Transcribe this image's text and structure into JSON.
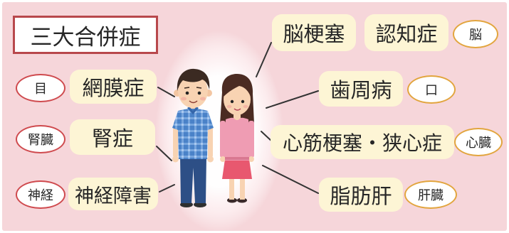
{
  "title": "三大合併症",
  "left_items": [
    {
      "organ": "目",
      "condition": "網膜症"
    },
    {
      "organ": "腎臓",
      "condition": "腎症"
    },
    {
      "organ": "神経",
      "condition": "神経障害"
    }
  ],
  "right_items": [
    {
      "conditions": [
        "脳梗塞",
        "認知症"
      ],
      "organ": "脳"
    },
    {
      "conditions": [
        "歯周病"
      ],
      "organ": "口"
    },
    {
      "conditions": [
        "心筋梗塞・狭心症"
      ],
      "organ": "心臓"
    },
    {
      "conditions": [
        "脂肪肝"
      ],
      "organ": "肝臓"
    }
  ],
  "icons": {
    "left_figure": "man-figure-icon",
    "right_figure": "woman-figure-icon"
  },
  "colors": {
    "background": "#f6d6da",
    "label_fill": "#fdf5d5",
    "left_organ_border": "#cf4a4e",
    "right_organ_border": "#e2a53e",
    "title_border": "#b8484c",
    "text": "#262626"
  }
}
